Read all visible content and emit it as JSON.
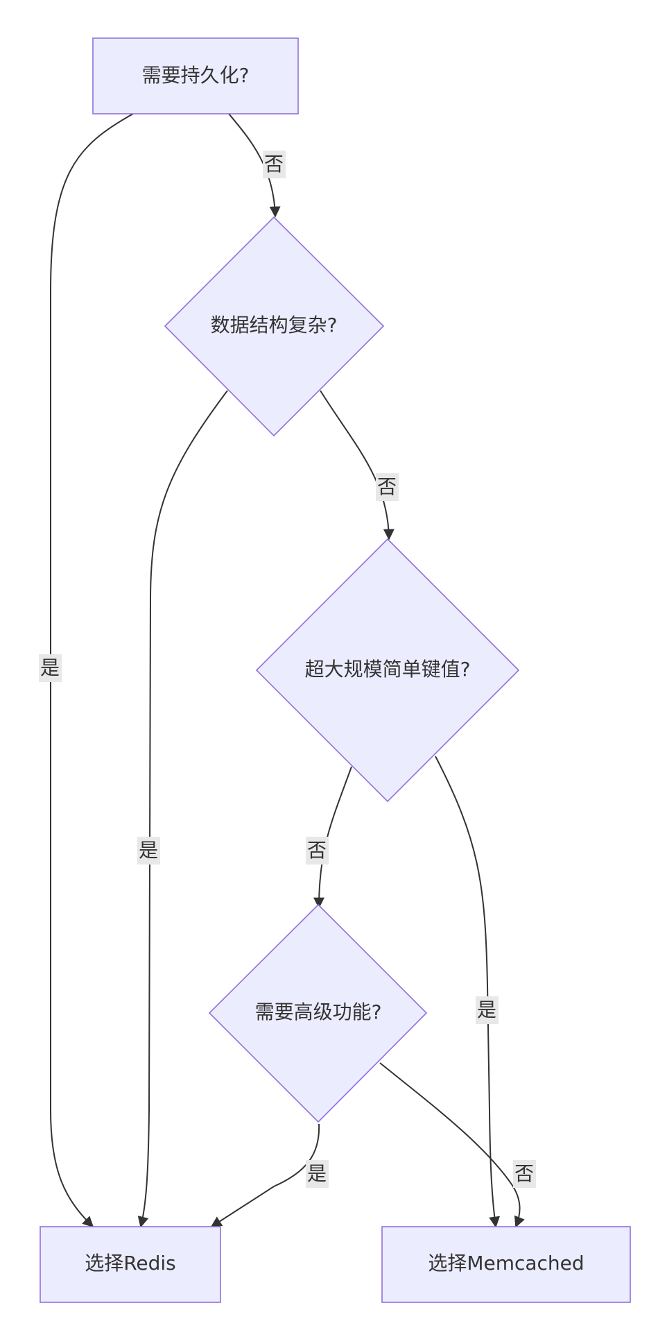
{
  "nodes": {
    "need_persistence": "需要持久化?",
    "complex_data": "数据结构复杂?",
    "large_simple_kv": "超大规模简单键值?",
    "advanced_features": "需要高级功能?",
    "choose_redis": "选择Redis",
    "choose_memcached": "选择Memcached"
  },
  "edges": {
    "persistence_no": "否",
    "persistence_yes": "是",
    "complex_no": "否",
    "complex_yes": "是",
    "large_no": "否",
    "large_yes": "是",
    "advanced_yes": "是",
    "advanced_no": "否"
  },
  "colors": {
    "node_fill": "#ECECFF",
    "node_stroke": "#9370DB",
    "edge": "#333333",
    "label_bg": "#e8e8e8"
  }
}
